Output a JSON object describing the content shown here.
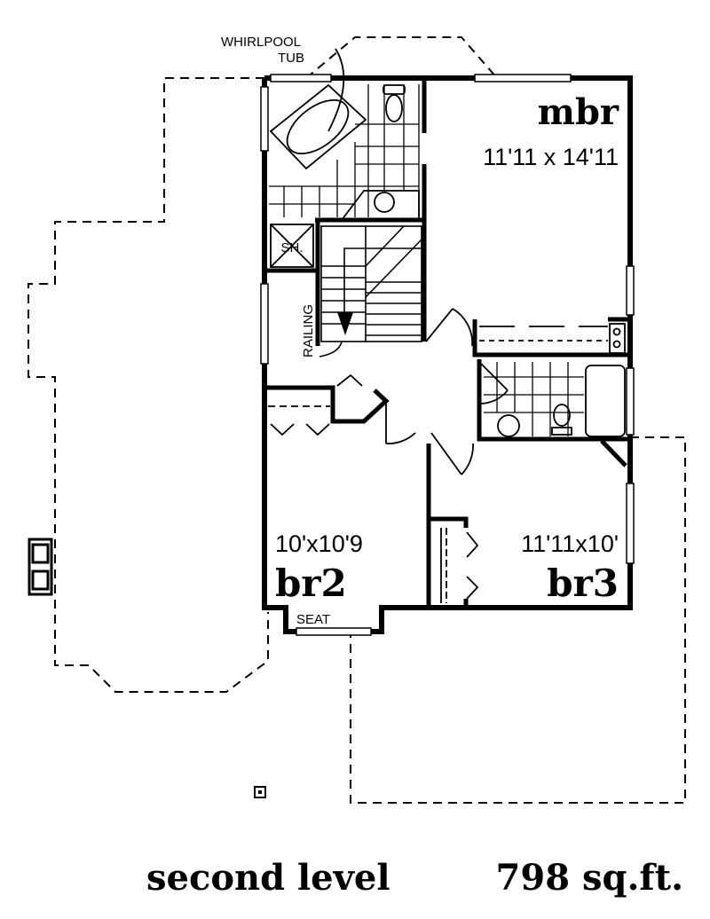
{
  "plan": {
    "labels": {
      "whirlpool": "WHIRLPOOL",
      "tub": "TUB",
      "shower": "SH.",
      "railing": "RAILING",
      "seat": "SEAT"
    },
    "rooms": [
      {
        "name": "mbr",
        "dimensions": "11'11 x 14'11"
      },
      {
        "name": "br2",
        "dimensions": "10'x10'9"
      },
      {
        "name": "br3",
        "dimensions": "11'11x10'"
      }
    ]
  },
  "caption": {
    "level": "second level",
    "area": "798 sq.ft."
  }
}
